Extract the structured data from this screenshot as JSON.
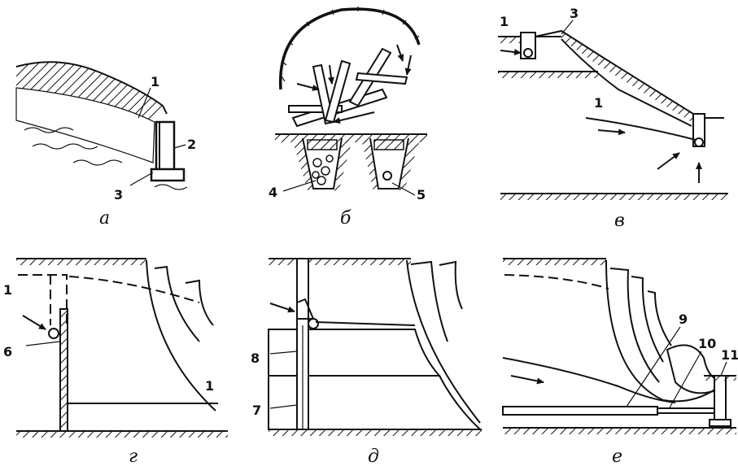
{
  "panels": {
    "a": {
      "caption": "а",
      "labels": [
        "1",
        "2",
        "3"
      ]
    },
    "b": {
      "caption": "б",
      "labels": [
        "4",
        "5"
      ]
    },
    "v": {
      "caption": "в",
      "labels": [
        "1",
        "3",
        "1"
      ]
    },
    "g": {
      "caption": "г",
      "labels": [
        "1",
        "6",
        "1"
      ]
    },
    "d": {
      "caption": "д",
      "labels": [
        "8",
        "7"
      ]
    },
    "e": {
      "caption": "е",
      "labels": [
        "9",
        "10",
        "11"
      ]
    }
  },
  "colors": {
    "ink": "#111111",
    "paper": "#ffffff"
  }
}
